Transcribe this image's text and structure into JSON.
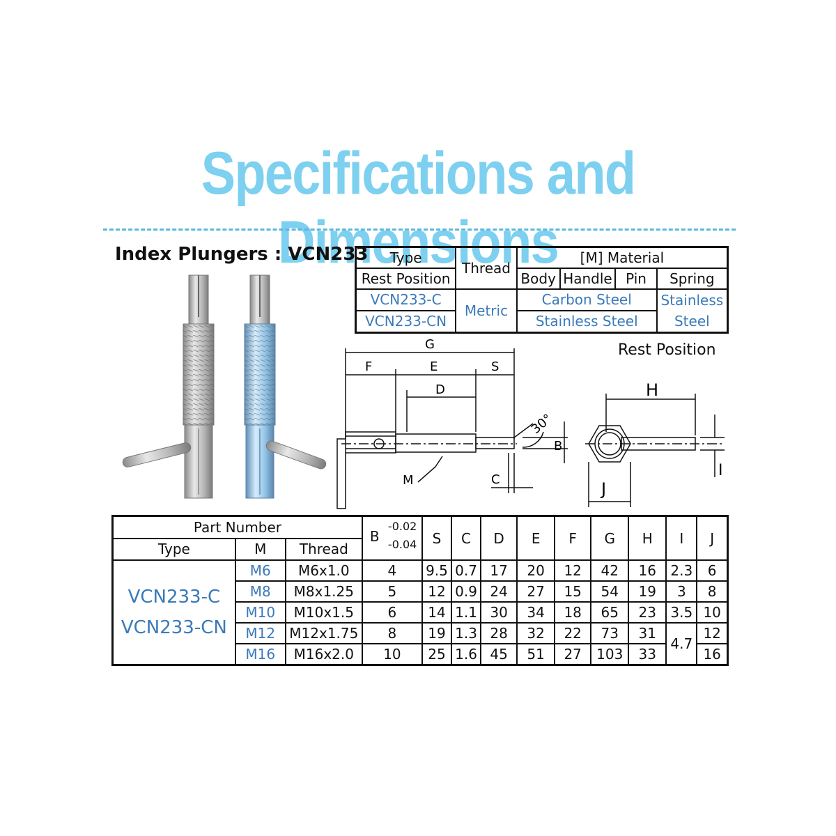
{
  "title": "Specifications and Dimensions",
  "subtitle": "Index Plungers : VCN233",
  "colors": {
    "title": "#7dd0ef",
    "dash": "#5bb7e0",
    "blue_text": "#3a7ab8",
    "steel": "#c9c9c9",
    "zinc": "#8fc2e6"
  },
  "material_table": {
    "type_header": "Type",
    "rest_position_header": "Rest Position",
    "thread_header": "Thread",
    "material_header": "[M] Material",
    "body_header": "Body",
    "handle_header": "Handle",
    "pin_header": "Pin",
    "spring_header": "Spring",
    "rows": [
      {
        "type": "VCN233-C",
        "material": "Carbon Steel",
        "spring": "Stainless"
      },
      {
        "type": "VCN233-CN",
        "material": "Stainless Steel",
        "spring": "Steel"
      }
    ],
    "thread_value": "Metric"
  },
  "drawing": {
    "rest_position": "Rest Position",
    "labels": {
      "G": "G",
      "F": "F",
      "E": "E",
      "S": "S",
      "D": "D",
      "B": "B",
      "M": "M",
      "C": "C",
      "H": "H",
      "J": "J",
      "I": "I",
      "angle": "30°"
    }
  },
  "dimension_table": {
    "part_number_header": "Part Number",
    "type_header": "Type",
    "m_header": "M",
    "thread_header": "Thread",
    "b_header": "B",
    "b_tol_upper": "-0.02",
    "b_tol_lower": "-0.04",
    "col_headers": [
      "S",
      "C",
      "D",
      "E",
      "F",
      "G",
      "H",
      "I",
      "J"
    ],
    "types": [
      "VCN233-C",
      "VCN233-CN"
    ],
    "rows": [
      {
        "m": "M6",
        "thread": "M6x1.0",
        "b": "4",
        "s": "9.5",
        "c": "0.7",
        "d": "17",
        "e": "20",
        "f": "12",
        "g": "42",
        "h": "16",
        "i": "2.3",
        "j": "6"
      },
      {
        "m": "M8",
        "thread": "M8x1.25",
        "b": "5",
        "s": "12",
        "c": "0.9",
        "d": "24",
        "e": "27",
        "f": "15",
        "g": "54",
        "h": "19",
        "i": "3",
        "j": "8"
      },
      {
        "m": "M10",
        "thread": "M10x1.5",
        "b": "6",
        "s": "14",
        "c": "1.1",
        "d": "30",
        "e": "34",
        "f": "18",
        "g": "65",
        "h": "23",
        "i": "3.5",
        "j": "10"
      },
      {
        "m": "M12",
        "thread": "M12x1.75",
        "b": "8",
        "s": "19",
        "c": "1.3",
        "d": "28",
        "e": "32",
        "f": "22",
        "g": "73",
        "h": "31",
        "i": "4.7",
        "j": "12"
      },
      {
        "m": "M16",
        "thread": "M16x2.0",
        "b": "10",
        "s": "25",
        "c": "1.6",
        "d": "45",
        "e": "51",
        "f": "27",
        "g": "103",
        "h": "33",
        "i": "",
        "j": "16"
      }
    ]
  }
}
